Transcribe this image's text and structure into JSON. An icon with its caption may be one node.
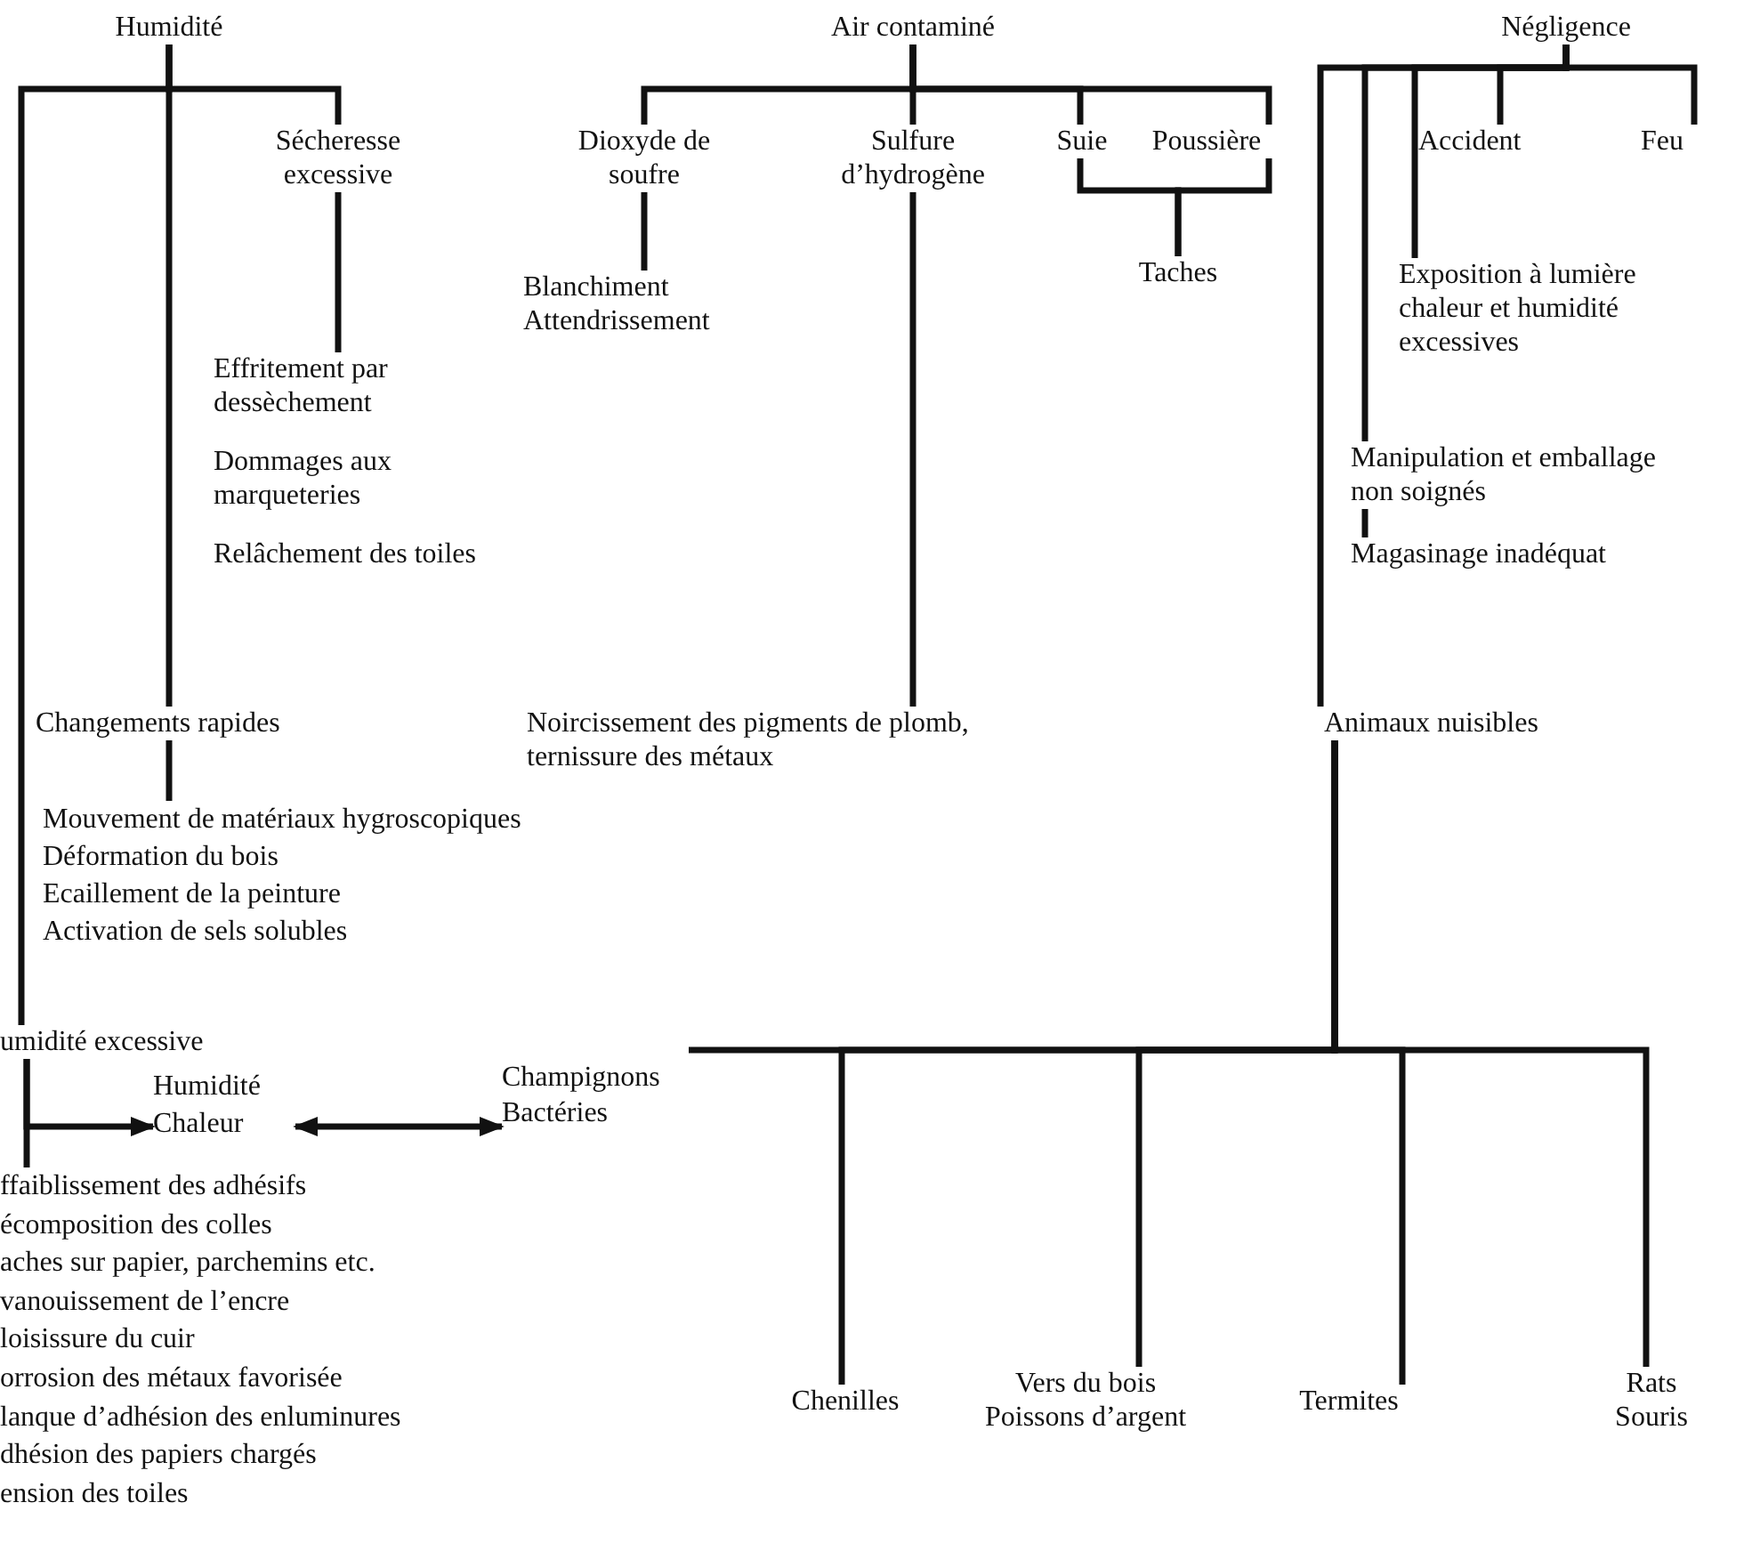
{
  "diagram": {
    "nodes": [
      {
        "text": [
          "Humidité"
        ]
      },
      {
        "text": [
          "Sécheresse excessive"
        ]
      },
      {
        "text": [
          "Effritement par dessèchement"
        ]
      },
      {
        "text": [
          "Dommages aux marqueteries"
        ]
      },
      {
        "text": [
          "Relâchement des toiles"
        ]
      },
      {
        "text": [
          "Changements rapides"
        ]
      },
      {
        "text": [
          "Mouvement de matériaux hygroscopiques",
          "Déformation du bois",
          "Ecaillement de la peinture",
          "Activation de sels solubles"
        ]
      },
      {
        "text": [
          "umidité excessive"
        ]
      },
      {
        "text": [
          "Humidité",
          "Chaleur"
        ]
      },
      {
        "text": [
          "Champignons",
          "Bactéries"
        ]
      },
      {
        "text": [
          "ffaiblissement des adhésifs",
          "écomposition des colles",
          "aches sur papier, parchemins etc.",
          "vanouissement de l’encre",
          "loisissure du cuir",
          "orrosion des métaux favorisée",
          "lanque d’adhésion des enluminures",
          "dhésion des papiers chargés",
          "ension des toiles"
        ]
      },
      {
        "text": [
          "Air contaminé"
        ]
      },
      {
        "text": [
          "Dioxyde de soufre"
        ]
      },
      {
        "text": [
          "Sulfure d’hydrogène"
        ]
      },
      {
        "text": [
          "Suie"
        ]
      },
      {
        "text": [
          "Poussière"
        ]
      },
      {
        "text": [
          "Taches"
        ]
      },
      {
        "text": [
          "Blanchiment",
          "Attendrissement"
        ]
      },
      {
        "text": [
          "Noircissement des pigments de plomb, ternissure des métaux"
        ]
      },
      {
        "text": [
          "Négligence"
        ]
      },
      {
        "text": [
          "Accident"
        ]
      },
      {
        "text": [
          "Feu"
        ]
      },
      {
        "text": [
          "Exposition à lumière chaleur et humidité excessives"
        ]
      },
      {
        "text": [
          "Manipulation et emballage non soignés"
        ]
      },
      {
        "text": [
          "Magasinage inadéquat"
        ]
      },
      {
        "text": [
          "Animaux nuisibles"
        ]
      },
      {
        "text": [
          "Chenilles"
        ]
      },
      {
        "text": [
          "Vers du bois",
          "Poissons d’argent"
        ]
      },
      {
        "text": [
          "Termites"
        ]
      },
      {
        "text": [
          "Rats",
          "Souris"
        ]
      }
    ],
    "edges": [
      {
        "from": 0,
        "to": 1,
        "arrow": "none"
      },
      {
        "from": 0,
        "to": 5,
        "arrow": "none"
      },
      {
        "from": 0,
        "to": 7,
        "arrow": "none"
      },
      {
        "from": 1,
        "to": 2,
        "arrow": "none"
      },
      {
        "from": 5,
        "to": 6,
        "arrow": "none"
      },
      {
        "from": 7,
        "to": 8,
        "arrow": "to"
      },
      {
        "from": 7,
        "to": 10,
        "arrow": "none"
      },
      {
        "from": 8,
        "to": 9,
        "arrow": "both"
      },
      {
        "from": 11,
        "to": 12,
        "arrow": "none"
      },
      {
        "from": 11,
        "to": 13,
        "arrow": "none"
      },
      {
        "from": 11,
        "to": 14,
        "arrow": "none"
      },
      {
        "from": 11,
        "to": 15,
        "arrow": "none"
      },
      {
        "from": 14,
        "to": 16,
        "arrow": "none"
      },
      {
        "from": 15,
        "to": 16,
        "arrow": "none"
      },
      {
        "from": 12,
        "to": 17,
        "arrow": "none"
      },
      {
        "from": 13,
        "to": 18,
        "arrow": "none"
      },
      {
        "from": 19,
        "to": 25,
        "arrow": "none"
      },
      {
        "from": 19,
        "to": 23,
        "arrow": "none"
      },
      {
        "from": 19,
        "to": 22,
        "arrow": "none"
      },
      {
        "from": 19,
        "to": 20,
        "arrow": "none"
      },
      {
        "from": 19,
        "to": 21,
        "arrow": "none"
      },
      {
        "from": 23,
        "to": 24,
        "arrow": "none"
      },
      {
        "from": 25,
        "to": 9,
        "arrow": "none"
      },
      {
        "from": 25,
        "to": 26,
        "arrow": "none"
      },
      {
        "from": 25,
        "to": 27,
        "arrow": "none"
      },
      {
        "from": 25,
        "to": 28,
        "arrow": "none"
      },
      {
        "from": 25,
        "to": 29,
        "arrow": "none"
      }
    ]
  }
}
